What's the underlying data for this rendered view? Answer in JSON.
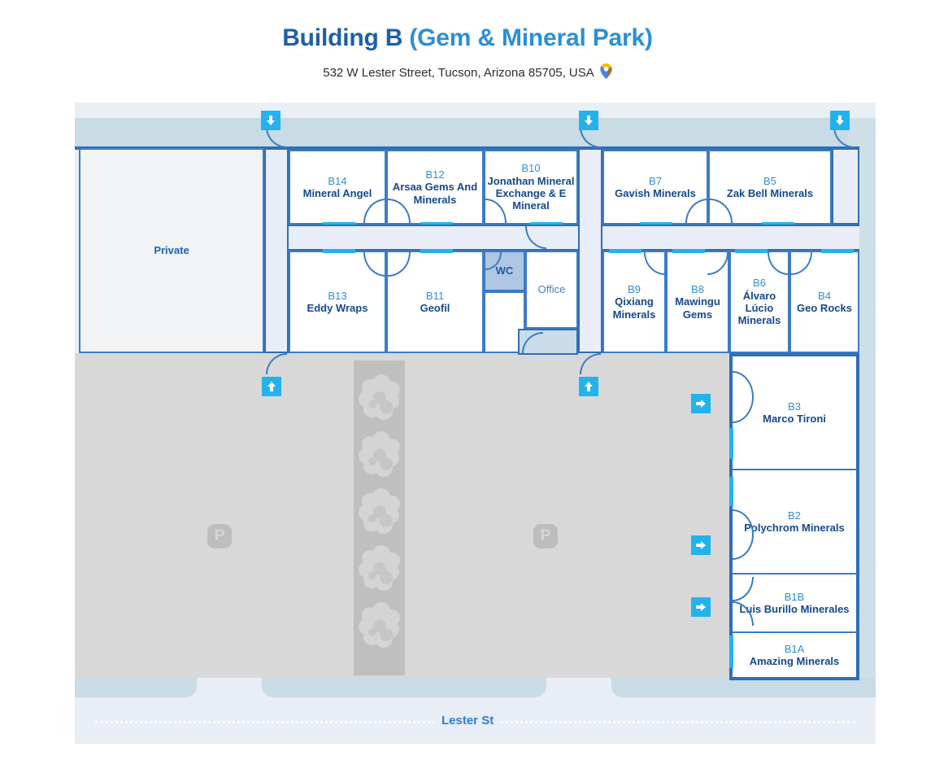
{
  "header": {
    "title_primary": "Building B ",
    "title_secondary": "(Gem & Mineral Park)",
    "address": "532 W Lester Street, Tucson, Arizona 85705, USA",
    "pin_icon": "map-pin-icon"
  },
  "plan": {
    "private_label": "Private",
    "wc_label": "WC",
    "office_label": "Office",
    "parking_marker": "P",
    "street_label": "Lester St",
    "entrance_down_icon": "arrow-down-icon",
    "entrance_up_icon": "arrow-up-icon",
    "entrance_right_icon": "arrow-right-icon"
  },
  "rooms": [
    {
      "code": "B14",
      "name": "Mineral Angel"
    },
    {
      "code": "B12",
      "name": "Arsaa Gems And Minerals"
    },
    {
      "code": "B10",
      "name": "Jonathan Mineral Exchange & E Mineral"
    },
    {
      "code": "B7",
      "name": "Gavish Minerals"
    },
    {
      "code": "B5",
      "name": "Zak Bell Minerals"
    },
    {
      "code": "B13",
      "name": "Eddy Wraps"
    },
    {
      "code": "B11",
      "name": "Geofil"
    },
    {
      "code": "B9",
      "name": "Qixiang Minerals"
    },
    {
      "code": "B8",
      "name": "Mawingu Gems"
    },
    {
      "code": "B6",
      "name": "Álvaro Lúcio Minerals"
    },
    {
      "code": "B4",
      "name": "Geo Rocks"
    },
    {
      "code": "B3",
      "name": "Marco Tironi"
    },
    {
      "code": "B2",
      "name": "Polychrom Minerals"
    },
    {
      "code": "B1B",
      "name": "Luis Burillo Minerales"
    },
    {
      "code": "B1A",
      "name": "Amazing Minerals"
    }
  ],
  "colors": {
    "title_primary": "#1d5fa8",
    "title_secondary": "#2a8fd8",
    "room_code": "#2f8fd4",
    "room_name": "#14488f",
    "wall": "#2f6fb5",
    "accent_cyan": "#22b3ee",
    "corridor": "#e9edf7",
    "lot": "#d8d8d8",
    "sidewalk": "#c9dbe4"
  }
}
